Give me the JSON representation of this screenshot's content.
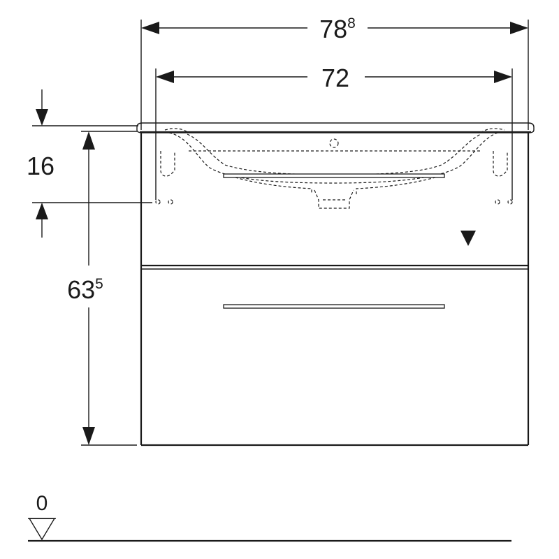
{
  "dimensions": {
    "overall_width": {
      "main": "78",
      "sup": "8"
    },
    "inner_width": {
      "main": "72"
    },
    "basin_depth": {
      "main": "16"
    },
    "cabinet_height": {
      "main": "63",
      "sup": "5"
    },
    "floor_level": {
      "main": "0"
    }
  },
  "colors": {
    "line": "#1a1a1a",
    "background": "#ffffff"
  }
}
